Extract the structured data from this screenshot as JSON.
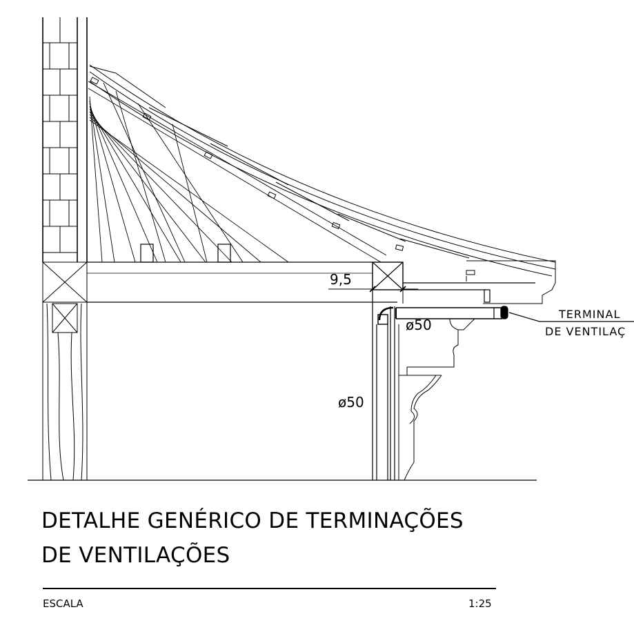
{
  "drawing": {
    "dimension_width": "9,5",
    "pipe_horizontal_diameter": "ø50",
    "pipe_vertical_diameter": "ø50",
    "callout_line1": "TERMINAL",
    "callout_line2": "DE VENTILAÇ"
  },
  "title": {
    "line1": "DETALHE GENÉRICO DE TERMINAÇÕES",
    "line2": "DE VENTILAÇÕES"
  },
  "scale": {
    "label": "ESCALA",
    "value": "1:25"
  }
}
